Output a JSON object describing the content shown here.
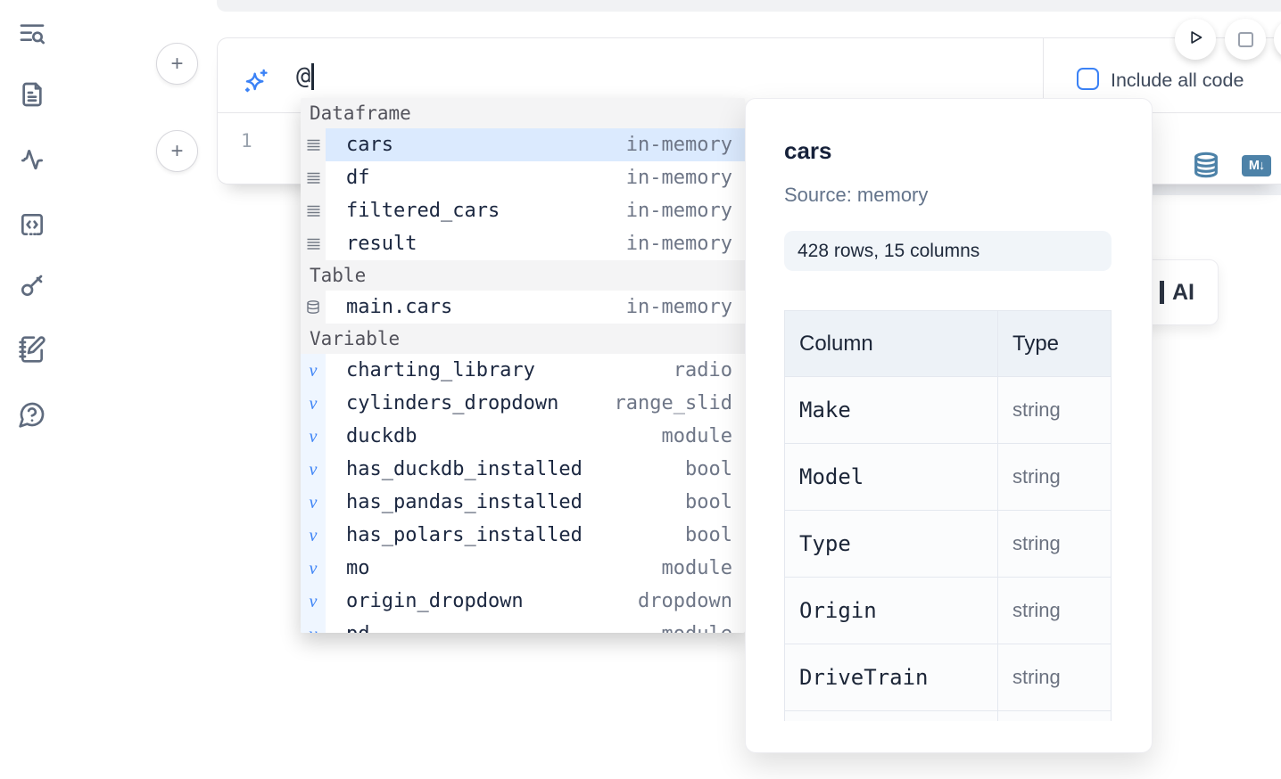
{
  "sidebar": {
    "icons": [
      "list-search",
      "file-text",
      "activity",
      "code-snippet",
      "key",
      "notebook-pen",
      "help-chat"
    ]
  },
  "ai_cell": {
    "prompt_value": "@",
    "include_all_code_label": "Include all code",
    "checkbox_checked": false
  },
  "code_cell": {
    "line_number": "1",
    "markdown_badge": "M↓"
  },
  "autocomplete": {
    "sections": [
      {
        "label": "Dataframe",
        "kind": "dataframe",
        "items": [
          {
            "name": "cars",
            "type": "in-memory",
            "selected": true
          },
          {
            "name": "df",
            "type": "in-memory"
          },
          {
            "name": "filtered_cars",
            "type": "in-memory"
          },
          {
            "name": "result",
            "type": "in-memory"
          }
        ]
      },
      {
        "label": "Table",
        "kind": "table",
        "items": [
          {
            "name": "main.cars",
            "type": "in-memory"
          }
        ]
      },
      {
        "label": "Variable",
        "kind": "variable",
        "items": [
          {
            "name": "charting_library",
            "type": "radio"
          },
          {
            "name": "cylinders_dropdown",
            "type": "range_slid"
          },
          {
            "name": "duckdb",
            "type": "module"
          },
          {
            "name": "has_duckdb_installed",
            "type": "bool"
          },
          {
            "name": "has_pandas_installed",
            "type": "bool"
          },
          {
            "name": "has_polars_installed",
            "type": "bool"
          },
          {
            "name": "mo",
            "type": "module"
          },
          {
            "name": "origin_dropdown",
            "type": "dropdown"
          },
          {
            "name": "pd",
            "type": "module"
          }
        ]
      }
    ]
  },
  "preview": {
    "title": "cars",
    "source_label": "Source: memory",
    "shape_badge": "428 rows, 15 columns",
    "table": {
      "headers": [
        "Column",
        "Type"
      ],
      "rows": [
        [
          "Make",
          "string"
        ],
        [
          "Model",
          "string"
        ],
        [
          "Type",
          "string"
        ],
        [
          "Origin",
          "string"
        ],
        [
          "DriveTrain",
          "string"
        ]
      ]
    }
  },
  "ai_card": {
    "label": "AI"
  },
  "colors": {
    "accent_blue": "#3b82f6",
    "steel_blue": "#4d82a8",
    "selected_row": "#dbeafe"
  }
}
